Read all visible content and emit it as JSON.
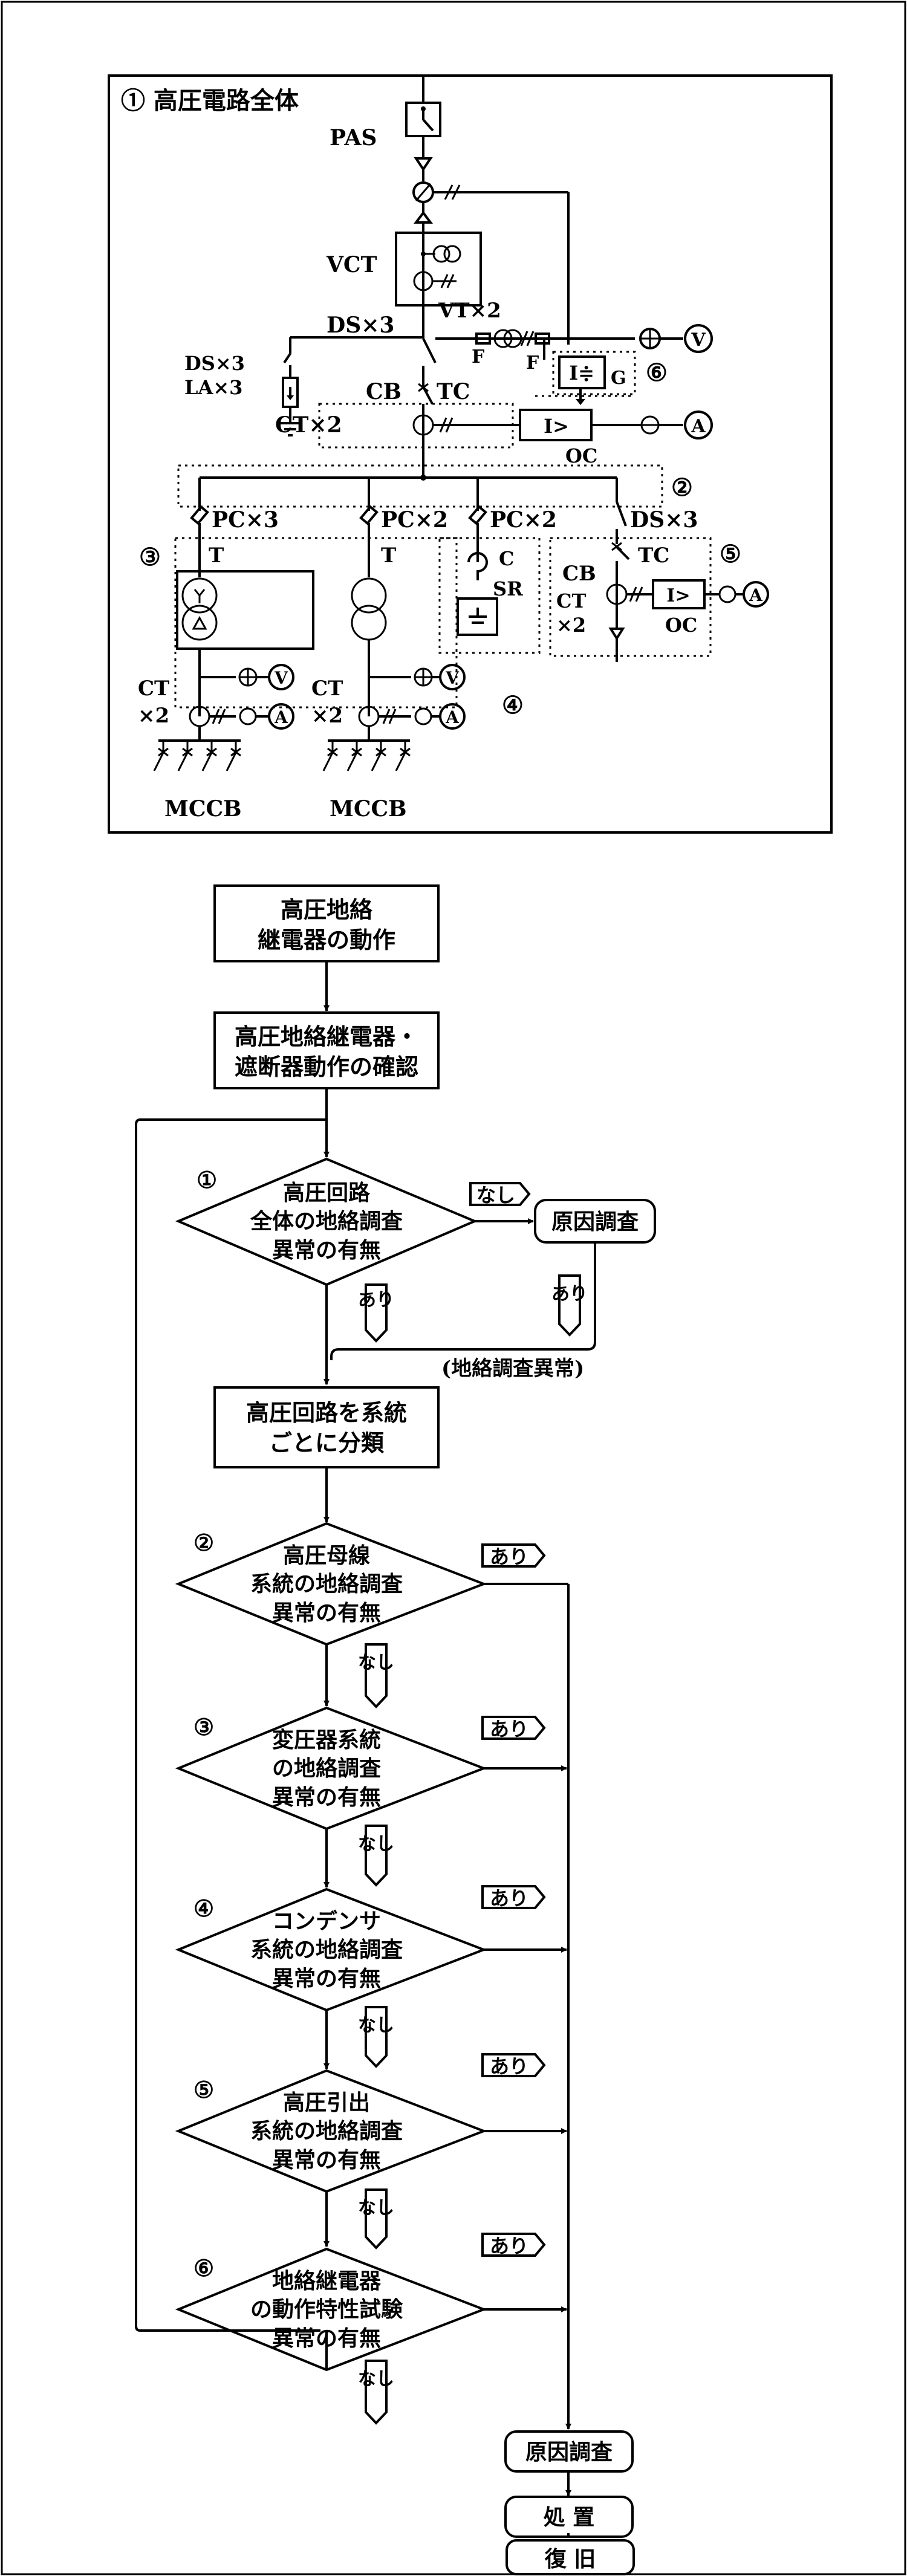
{
  "circuit": {
    "title": "① 高圧電路全体",
    "pas": "PAS",
    "vct": "VCT",
    "ds3_top": "DS×3",
    "vt2": "VT×2",
    "f_left": "F",
    "f_right": "F",
    "ds3_la_line1": "DS×3",
    "ds3_la_line2": "LA×3",
    "cb": "CB",
    "tc": "TC",
    "ct2": "CT×2",
    "g_label": "G",
    "g_relay_symbol": "I≑",
    "oc_relay_symbol": "I>",
    "oc": "OC",
    "meter_v": "V",
    "meter_a": "A",
    "pc3": "PC×3",
    "pc2_transformer": "PC×2",
    "pc2_capacitor": "PC×2",
    "ds3_right": "DS×3",
    "t_left": "T",
    "t_right": "T",
    "c": "C",
    "sr": "SR",
    "cb_feeder": "CB",
    "tc_feeder": "TC",
    "ct_feeder_line1": "CT",
    "ct_feeder_line2": "×2",
    "oc_feeder": "OC",
    "ct_left_line1": "CT",
    "ct_left_line2": "×2",
    "ct_mid_line1": "CT",
    "ct_mid_line2": "×2",
    "mccb_left": "MCCB",
    "mccb_right": "MCCB",
    "num2": "②",
    "num3": "③",
    "num4": "④",
    "num5": "⑤",
    "num6": "⑥"
  },
  "flow": {
    "box1": [
      "高圧地絡",
      "継電器の動作"
    ],
    "box2": [
      "高圧地絡継電器・",
      "遮断器動作の確認"
    ],
    "d1": {
      "num": "①",
      "lines": [
        "高圧回路",
        "全体の地絡調査",
        "異常の有無"
      ]
    },
    "cause_check_top": "原因調査",
    "nashi": "なし",
    "ari": "あり",
    "ground_fault_abnormal": "(地絡調査異常)",
    "box3": [
      "高圧回路を系統",
      "ごとに分類"
    ],
    "d2": {
      "num": "②",
      "lines": [
        "高圧母線",
        "系統の地絡調査",
        "異常の有無"
      ]
    },
    "d3": {
      "num": "③",
      "lines": [
        "変圧器系統",
        "の地絡調査",
        "異常の有無"
      ]
    },
    "d4": {
      "num": "④",
      "lines": [
        "コンデンサ",
        "系統の地絡調査",
        "異常の有無"
      ]
    },
    "d5": {
      "num": "⑤",
      "lines": [
        "高圧引出",
        "系統の地絡調査",
        "異常の有無"
      ]
    },
    "d6": {
      "num": "⑥",
      "lines": [
        "地絡継電器",
        "の動作特性試験",
        "異常の有無"
      ]
    },
    "cause_check_bottom": "原因調査",
    "treatment": "処 置",
    "restore": "復 旧"
  }
}
